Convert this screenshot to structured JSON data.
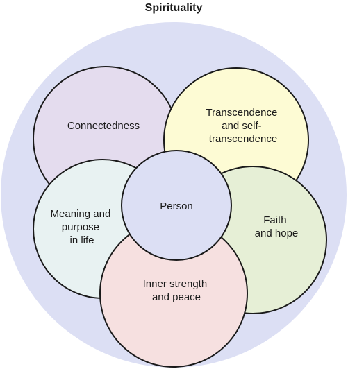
{
  "diagram": {
    "title": "Spirituality",
    "center": "Person",
    "nodes": {
      "connectedness": {
        "lines": [
          "Connectedness"
        ],
        "color": "#e4dcee"
      },
      "transcendence": {
        "lines": [
          "Transcendence",
          "and self-",
          "transcendence"
        ],
        "color": "#fdfbd4"
      },
      "meaning": {
        "lines": [
          "Meaning and",
          "purpose",
          "in life"
        ],
        "color": "#e8f2f2"
      },
      "faith": {
        "lines": [
          "Faith",
          "and hope"
        ],
        "color": "#e6efd6"
      },
      "inner": {
        "lines": [
          "Inner strength",
          "and peace"
        ],
        "color": "#f6e0e0"
      }
    },
    "colors": {
      "outer": "#dcdff4",
      "center": "#dcdff4",
      "stroke": "#1a1a1a"
    }
  }
}
